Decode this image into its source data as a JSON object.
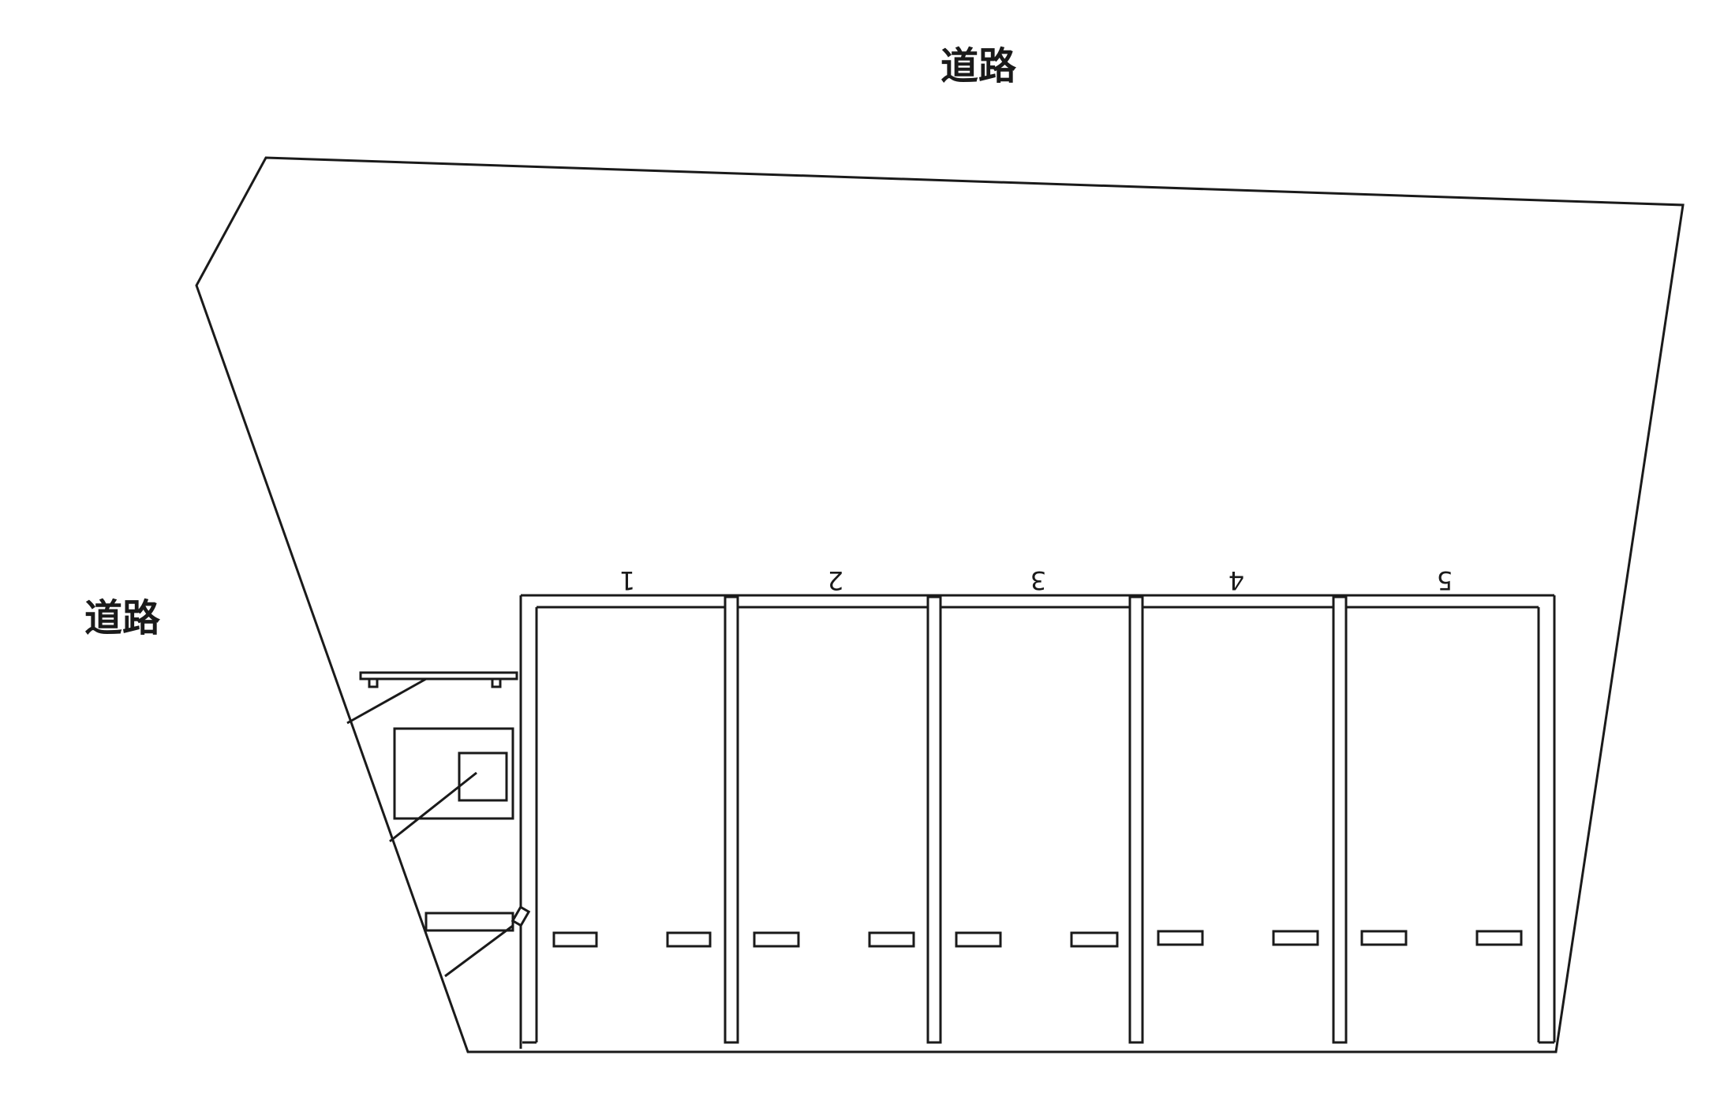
{
  "roads": {
    "top_label": "道路",
    "left_label": "道路"
  },
  "parking": {
    "spaces": [
      {
        "number": "1"
      },
      {
        "number": "2"
      },
      {
        "number": "3"
      },
      {
        "number": "4"
      },
      {
        "number": "5"
      }
    ]
  },
  "colors": {
    "line": "#1a1a1a",
    "background": "#ffffff"
  }
}
